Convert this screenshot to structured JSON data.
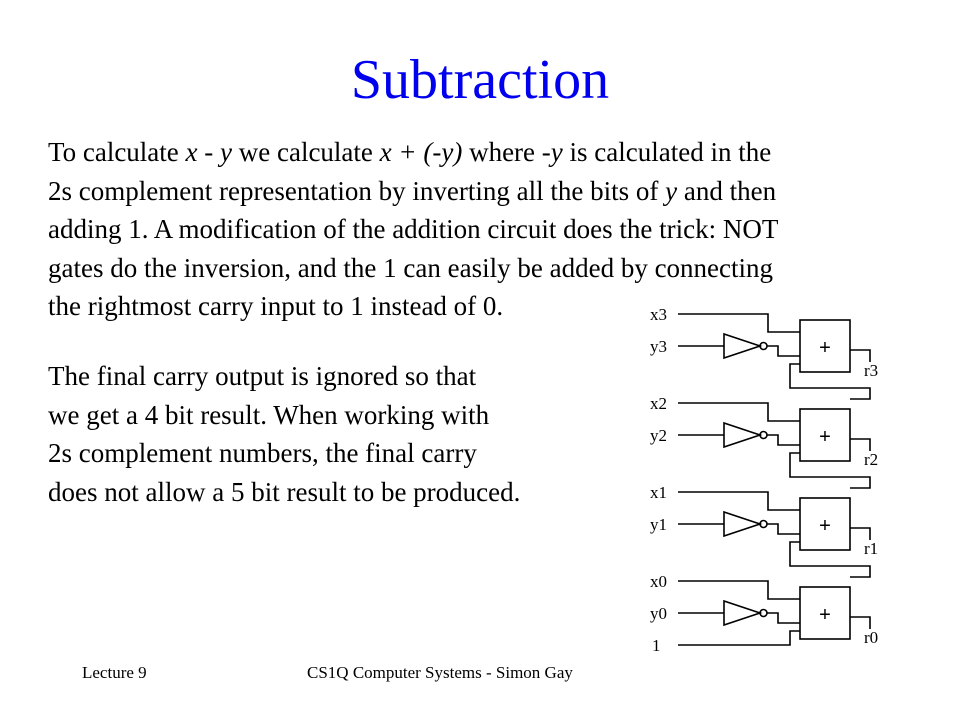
{
  "slide": {
    "title": "Subtraction",
    "title_color": "#0000ee"
  },
  "paragraph1": {
    "line1": [
      "To calculate ",
      "x - y",
      " we calculate ",
      "x + (-y)",
      " where ",
      "-y",
      " is calculated in the"
    ],
    "line2": [
      "2s complement representation by inverting all the bits of ",
      "y",
      " and then"
    ],
    "line3": "adding 1. A modification of the addition circuit does the trick: NOT",
    "line4": "gates do the inversion, and the 1 can easily be added by connecting",
    "line5": "the rightmost carry input to 1 instead of 0."
  },
  "paragraph2": {
    "line1": "The final carry output is ignored so that",
    "line2": "we get a 4 bit result. When working with",
    "line3": "2s complement numbers, the final carry",
    "line4": "does not allow a 5 bit result to be produced."
  },
  "circuit": {
    "stages": [
      {
        "x_label": "x3",
        "y_label": "y3",
        "out_label": "r3",
        "adder_label": "+"
      },
      {
        "x_label": "x2",
        "y_label": "y2",
        "out_label": "r2",
        "adder_label": "+"
      },
      {
        "x_label": "x1",
        "y_label": "y1",
        "out_label": "r1",
        "adder_label": "+"
      },
      {
        "x_label": "x0",
        "y_label": "y0",
        "out_label": "r0",
        "adder_label": "+"
      }
    ],
    "carry_in_label": "1"
  },
  "footer": {
    "left": "Lecture 9",
    "center": "CS1Q Computer Systems - Simon Gay"
  }
}
